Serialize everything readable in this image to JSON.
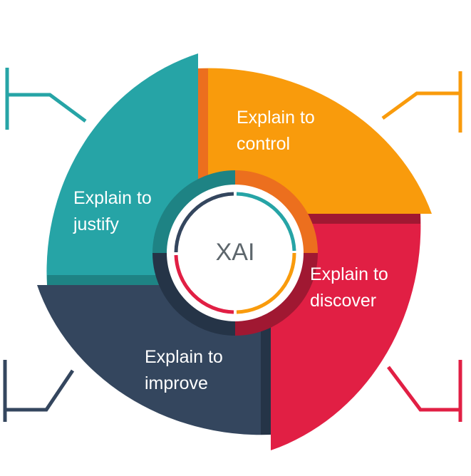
{
  "center_label": "XAI",
  "segments": [
    {
      "label_line1": "Explain to",
      "label_line2": "justify",
      "color": "#26a4a6"
    },
    {
      "label_line1": "Explain to",
      "label_line2": "control",
      "color": "#f99b0c"
    },
    {
      "label_line1": "Explain to",
      "label_line2": "discover",
      "color": "#e11f44"
    },
    {
      "label_line1": "Explain to",
      "label_line2": "improve",
      "color": "#34465e"
    }
  ]
}
